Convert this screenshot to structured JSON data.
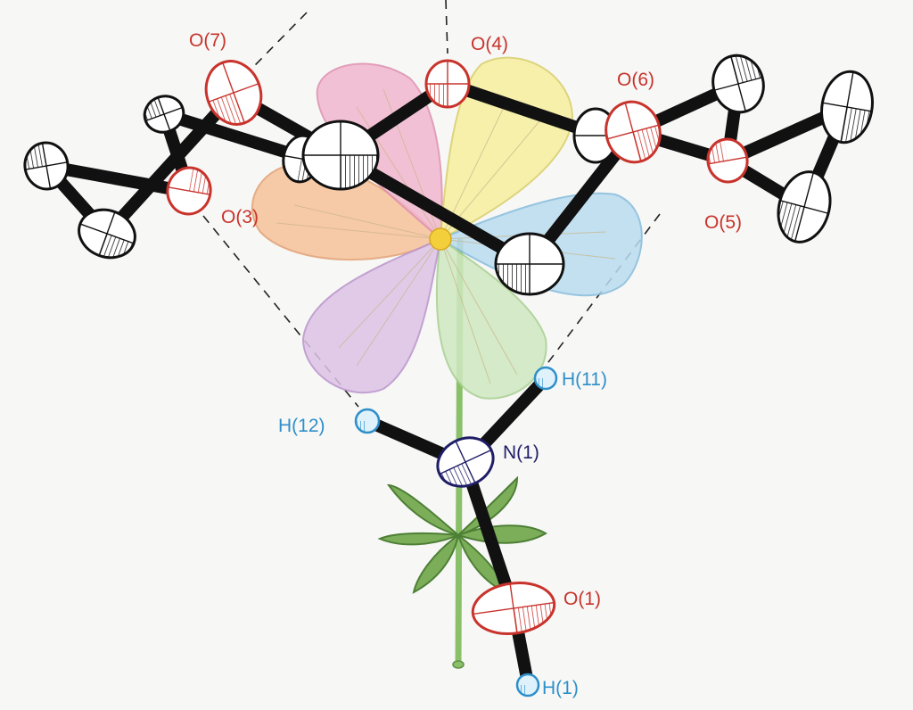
{
  "figure": {
    "labels": {
      "o7": "O(7)",
      "o4": "O(4)",
      "o6": "O(6)",
      "o3": "O(3)",
      "o5": "O(5)",
      "h11": "H(11)",
      "h12": "H(12)",
      "n1": "N(1)",
      "o1": "O(1)",
      "h1": "H(1)"
    },
    "colors": {
      "oxygen": "#c8332c",
      "hydrogen": "#2e8fc9",
      "nitrogen": "#1f1d66",
      "carbon": "#111111",
      "bond": "#111111",
      "petal_pink": "#f2b7cf",
      "petal_yellow": "#f6ef9e",
      "petal_blue": "#b9dcf0",
      "petal_green": "#cfe8c0",
      "petal_lilac": "#dcc3e6",
      "petal_orange": "#f6c39a",
      "stem": "#8ac06a"
    }
  }
}
